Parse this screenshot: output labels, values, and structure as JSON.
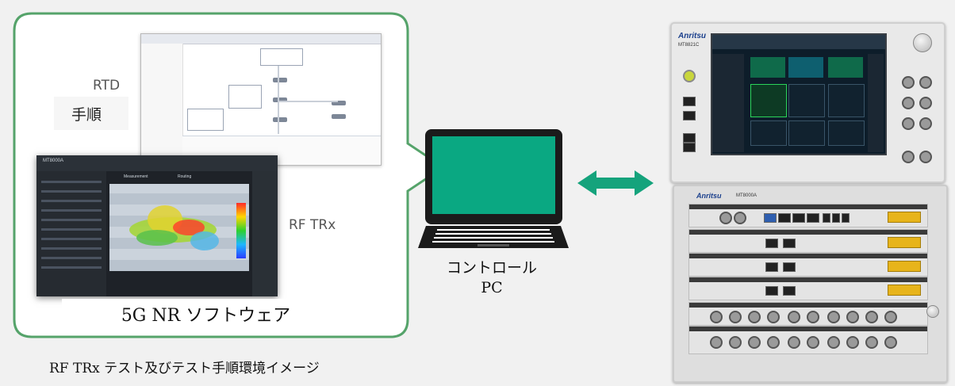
{
  "labels": {
    "rtd": "RTD",
    "procedure": "手順",
    "rf_trx": "RF TRx",
    "software": "5G NR ソフトウェア",
    "pc": "コントロール\nPC",
    "caption": "RF TRx テスト及びテスト手順環境イメージ"
  },
  "instrument": {
    "top_brand": "Anritsu",
    "top_model": "MT8821C",
    "bottom_brand": "Anritsu",
    "bottom_model": "MT8000A"
  },
  "nr_software": {
    "title": "MT8000A",
    "tab_measurement": "Measurement",
    "tab_routing": "Routing"
  },
  "colors": {
    "panel_border": "#55a36a",
    "arrow": "#15a37c",
    "laptop_display": "#0aa882"
  },
  "icons": {
    "laptop": "laptop-icon",
    "arrow": "double-arrow-icon"
  }
}
